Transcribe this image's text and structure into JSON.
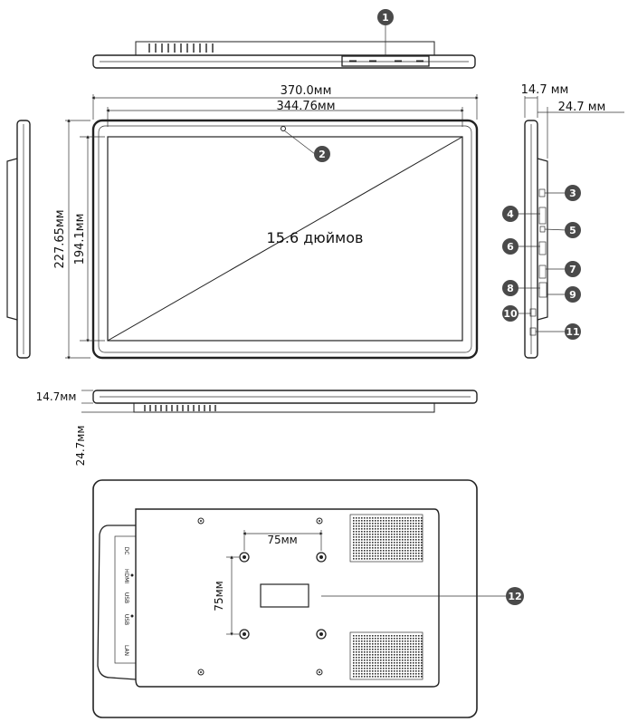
{
  "dimensions": {
    "overall_width": "370.0мм",
    "screen_width": "344.76мм",
    "overall_height": "227.65мм",
    "screen_height": "194.1мм",
    "depth_thin": "14.7мм",
    "depth_thick": "24.7мм",
    "side_depth_thin": "14.7 мм",
    "side_depth_thick": "24.7 мм",
    "vesa_h": "75мм",
    "vesa_v": "75мм"
  },
  "screen_size_label": "15.6 дюймов",
  "port_labels": [
    "DC",
    "HDMI",
    "USB",
    "USB",
    "LAN"
  ],
  "callouts": [
    "1",
    "2",
    "3",
    "4",
    "5",
    "6",
    "7",
    "8",
    "9",
    "10",
    "11",
    "12"
  ],
  "colors": {
    "line": "#222222",
    "callout_fill": "#4a4a4a",
    "background": "#ffffff"
  }
}
